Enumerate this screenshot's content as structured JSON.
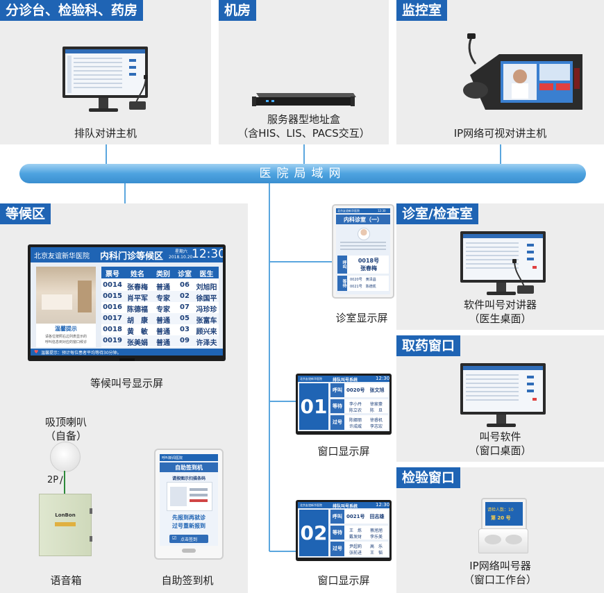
{
  "panels": {
    "triage": {
      "title": "分诊台、检验科、药房",
      "caption": "排队对讲主机"
    },
    "server_room": {
      "title": "机房",
      "caption_line1": "服务器型地址盒",
      "caption_line2": "（含HIS、LIS、PACS交互）"
    },
    "monitor_room": {
      "title": "监控室",
      "caption": "IP网络可视对讲主机"
    },
    "waiting": {
      "title": "等候区"
    },
    "consult": {
      "title": "诊室/检查室",
      "caption_line1": "软件叫号对讲器",
      "caption_line2": "（医生桌面）"
    },
    "pharmacy": {
      "title": "取药窗口",
      "caption_line1": "叫号软件",
      "caption_line2": "（窗口桌面）"
    },
    "lab": {
      "title": "检验窗口",
      "caption_line1": "IP网络叫号器",
      "caption_line2": "（窗口工作台）"
    }
  },
  "network": {
    "label": "医院局域网"
  },
  "waiting_board": {
    "hospital": "北京友谊新华医院",
    "title": "内科门诊等候区",
    "weekday": "星期六",
    "date": "2018.10.20",
    "time": "12:30",
    "tip_title": "温馨提示",
    "tip_text1": "请各位按照右边列表显示的",
    "tip_text2": "呼叫信息到对应的窗口候诊",
    "headers": [
      "票号",
      "姓名",
      "类别",
      "诊室",
      "医生"
    ],
    "rows": [
      [
        "0014",
        "张春梅",
        "普通",
        "06",
        "刘旭阳"
      ],
      [
        "0015",
        "肖平军",
        "专家",
        "02",
        "徐国平"
      ],
      [
        "0016",
        "陈德福",
        "专家",
        "07",
        "冯珍珍"
      ],
      [
        "0017",
        "胡　康",
        "普通",
        "05",
        "张富车"
      ],
      [
        "0018",
        "黄　敏",
        "普通",
        "03",
        "顾兴来"
      ],
      [
        "0019",
        "张美娟",
        "普通",
        "09",
        "许泽夫"
      ]
    ],
    "footer": "温馨提示：预计每位患者平均等待30分钟。",
    "caption": "等候叫号显示屏"
  },
  "clinic_screen": {
    "hospital": "北京友谊新华医院",
    "time": "12:30",
    "title": "内科诊室（一）",
    "call_tag": "呼叫",
    "call_number": "0018号",
    "call_name": "张春梅",
    "wait_tag": "等待",
    "wait1": "0020号　黄泽昌",
    "wait2": "0021号　陈德凯",
    "caption": "诊室显示屏"
  },
  "window_screen_1": {
    "hospital": "北京友谊新华医院",
    "system": "排队叫号系统",
    "time": "12:30",
    "number": "01",
    "call_tag": "呼叫",
    "call_text": "0020号　张文旭",
    "wait_tag": "等待",
    "wait_names": [
      "李小丹",
      "徐家豪",
      "陈立农",
      "陈　旦"
    ],
    "pass_tag": "过号",
    "pass_names": [
      "陈娜丽",
      "徐睿机",
      "许成威",
      "李志宏"
    ],
    "caption": "窗口显示屏"
  },
  "window_screen_2": {
    "hospital": "北京友谊新华医院",
    "system": "排队叫号系统",
    "time": "12:30",
    "number": "02",
    "call_tag": "呼叫",
    "call_text": "0021号　田志雄",
    "wait_tag": "等待",
    "wait_names": [
      "王　炼",
      "蔡旭旭",
      "戴发财",
      "李乐美"
    ],
    "pass_tag": "过号",
    "pass_names": [
      "尹超莉",
      "高　乐",
      "张前进",
      "王　韬"
    ],
    "caption": "窗口显示屏"
  },
  "speaker": {
    "caption_line1": "吸顶喇叭",
    "caption_line2": "（自备）",
    "wire_label": "2P"
  },
  "voice_box": {
    "brand": "LonBon",
    "caption": "语音箱"
  },
  "kiosk": {
    "header": "呼叫新闻医院",
    "title": "自助签到机",
    "scan_hint": "请按图示扫描条码",
    "notice1": "先报到再就诊",
    "notice2": "过号重新报到",
    "button": "点击签到",
    "caption": "自助签到机"
  },
  "lab_device": {
    "screen_line1": "请检人数：10",
    "screen_line2": "第 20 号"
  },
  "colors": {
    "brand_blue": "#1f64b4",
    "network_blue": "#5aa6de",
    "panel_gray": "#ededed"
  }
}
